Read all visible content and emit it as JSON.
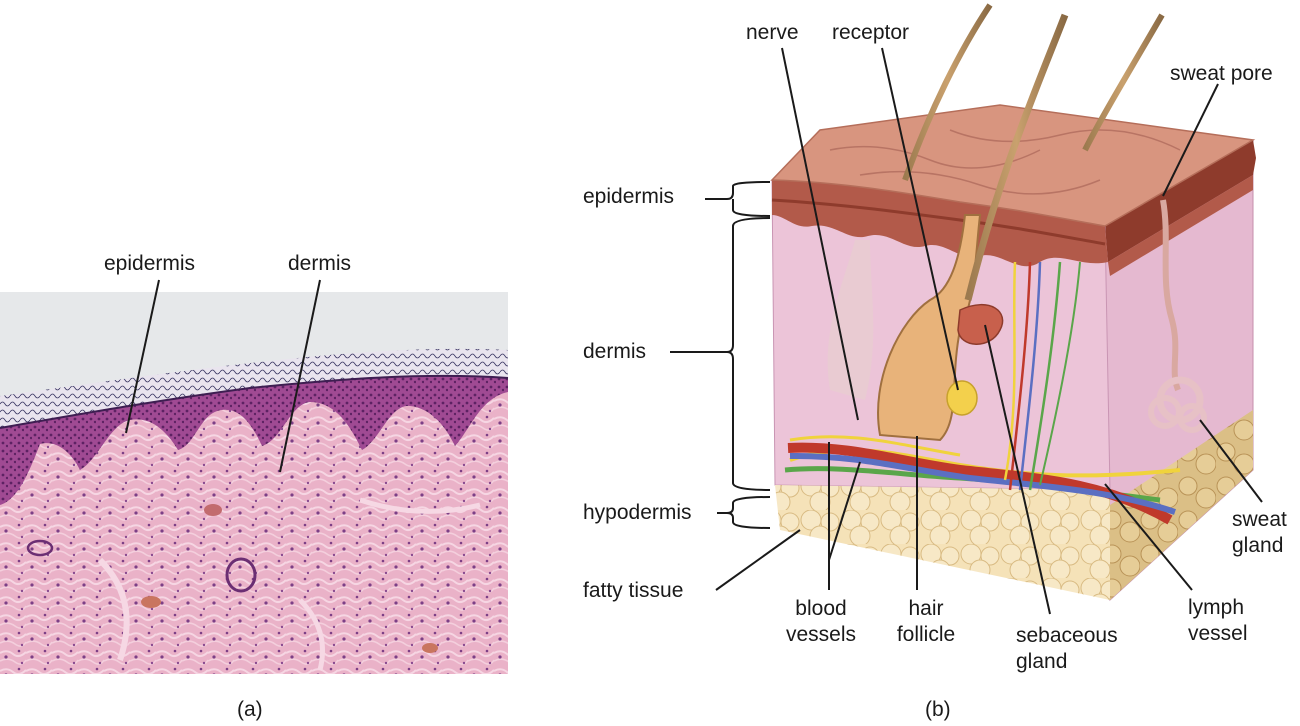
{
  "panel_a": {
    "labels": {
      "epidermis": "epidermis",
      "dermis": "dermis"
    },
    "caption": "(a)"
  },
  "panel_b": {
    "labels": {
      "nerve": "nerve",
      "receptor": "receptor",
      "sweat_pore": "sweat pore",
      "epidermis": "epidermis",
      "dermis": "dermis",
      "hypodermis": "hypodermis",
      "fatty_tissue": "fatty tissue",
      "blood_vessels_1": "blood",
      "blood_vessels_2": "vessels",
      "hair_follicle_1": "hair",
      "hair_follicle_2": "follicle",
      "sebaceous_gland_1": "sebaceous",
      "sebaceous_gland_2": "gland",
      "lymph_vessel_1": "lymph",
      "lymph_vessel_2": "vessel",
      "sweat_gland_1": "sweat",
      "sweat_gland_2": "gland"
    },
    "caption": "(b)"
  },
  "colors": {
    "stain_pink": "#e7a9c3",
    "stain_purple": "#8a3b82",
    "skin_surface": "#d8957f",
    "dermis_block": "#eab9cf",
    "fat": "#f2dcae",
    "artery": "#c0392b",
    "vein": "#5b6fc2",
    "nerve": "#f0d33c",
    "lymph": "#5aa64a"
  }
}
